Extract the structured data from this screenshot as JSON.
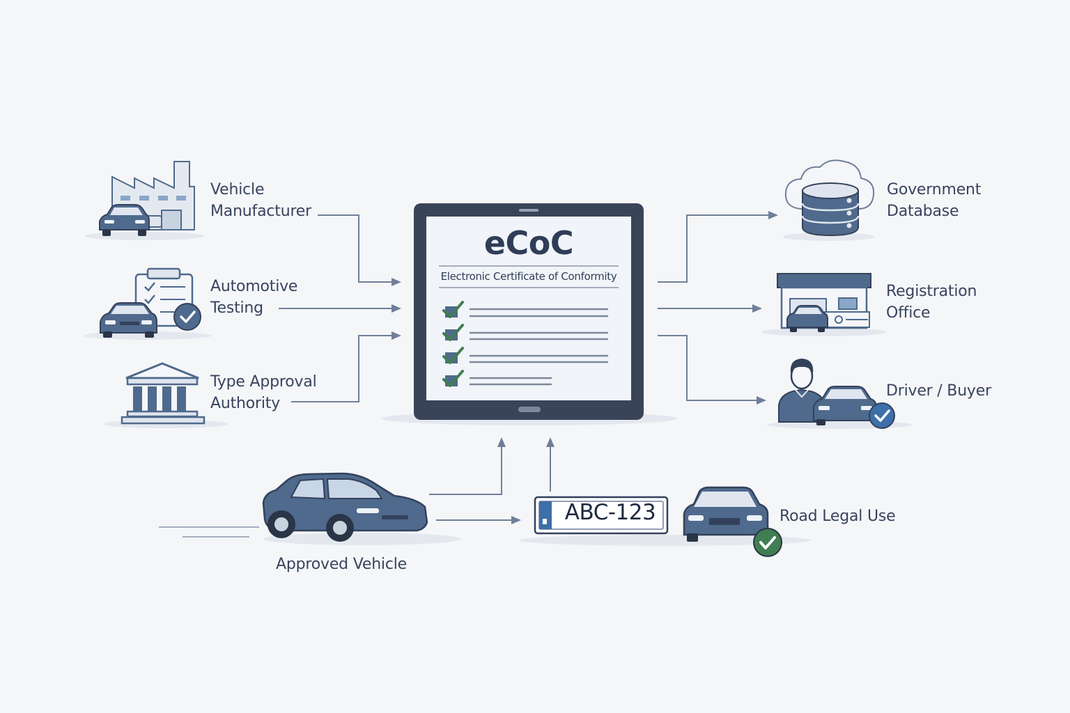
{
  "center": {
    "title": "eCoC",
    "subtitle": "Electronic Certificate of Conformity"
  },
  "sources": [
    {
      "line1": "Vehicle",
      "line2": "Manufacturer",
      "icon": "factory-icon"
    },
    {
      "line1": "Automotive",
      "line2": "Testing",
      "icon": "test-checklist-icon"
    },
    {
      "line1": "Type Approval",
      "line2": "Authority",
      "icon": "government-building-icon"
    }
  ],
  "targets": [
    {
      "line1": "Government",
      "line2": "Database",
      "icon": "cloud-database-icon"
    },
    {
      "line1": "Registration",
      "line2": "Office",
      "icon": "registration-office-icon"
    },
    {
      "line1": "Driver / Buyer",
      "icon": "driver-icon"
    }
  ],
  "bottom": {
    "vehicle_label": "Approved Vehicle",
    "plate": "ABC-123",
    "road_label": "Road Legal Use"
  },
  "colors": {
    "ink": "#38445e",
    "steel": "#4f6a8c",
    "arrow": "#6f7f99",
    "check_green": "#3f7d52",
    "check_blue": "#3d6fa8"
  }
}
